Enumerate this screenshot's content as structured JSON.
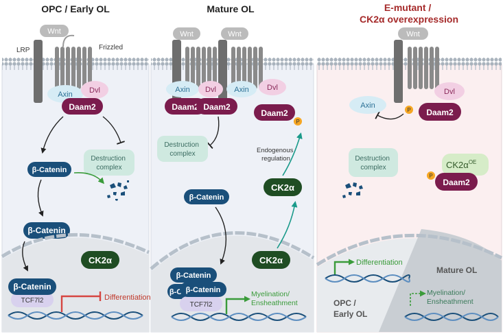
{
  "panels": [
    {
      "title": "OPC / Early OL",
      "labels": {
        "wnt": "Wnt",
        "lrp": "LRP",
        "frizzled": "Frizzled",
        "axin": "Axin",
        "dvl": "Dvl",
        "daam2": "Daam2",
        "destruction": [
          "Destruction",
          "complex"
        ],
        "bcat1": "β-Catenin",
        "bcat2": "β-Catenin",
        "ck2a": "CK2α",
        "bcat3": "β-Catenin",
        "tcf": "TCF7l2",
        "differentiation": "Differentiation"
      }
    },
    {
      "title": "Mature OL",
      "labels": {
        "wnt1": "Wnt",
        "wnt2": "Wnt",
        "axin1": "Axin",
        "dvl1": "Dvl",
        "axin2": "Axin",
        "dvl2": "Dvl",
        "daam2a": "Daam2",
        "daam2b": "Daam2",
        "daam2c": "Daam2",
        "p": "P",
        "destruction": [
          "Destruction",
          "complex"
        ],
        "endogenous": [
          "Endogenous",
          "regulation"
        ],
        "bcat": "β-Catenin",
        "ck2a1": "CK2α",
        "ck2a2": "CK2α",
        "bcat_front1": "β-Catenin",
        "bcat_front2": "β-Catenin",
        "bcat_back": "β-C",
        "tcf": "TCF7l2",
        "myelination": [
          "Myelination/",
          "Ensheathment"
        ]
      }
    },
    {
      "title": [
        "E-mutant /",
        "CK2α overexpression"
      ],
      "labels": {
        "wnt": "Wnt",
        "dvl": "Dvl",
        "axin": "Axin",
        "p1": "P",
        "daam2a": "Daam2",
        "destruction": [
          "Destruction",
          "complex"
        ],
        "p2": "P",
        "ck2a": "CK2α",
        "ck2a_sup": "OE",
        "daam2b": "Daam2",
        "differentiation": "Differentiation",
        "mature": "Mature OL",
        "opc": [
          "OPC /",
          "Early OL"
        ],
        "myelination": [
          "Myelination/",
          "Ensheathment"
        ]
      }
    }
  ],
  "colors": {
    "title": "#222222",
    "title_red": "#a52a2a",
    "daam2": "#7b1c4d",
    "bcat": "#1a4f7a",
    "ck2a": "#1f4d23",
    "axin": "#d6ecf5",
    "dvl": "#f2cfe3",
    "destruction": "#cfe9e0",
    "tcf": "#d8d1ee",
    "wnt": "#bbbbbb",
    "receptor": "#6e6e6e",
    "inhibit_red": "#d64541",
    "green_arrow": "#3a9b3a",
    "teal_arrow": "#1a9a8a",
    "panel1_bg": "#eef1f7",
    "panel3_bg": "#fbeff0",
    "nucleus": "#e3e6ea"
  }
}
